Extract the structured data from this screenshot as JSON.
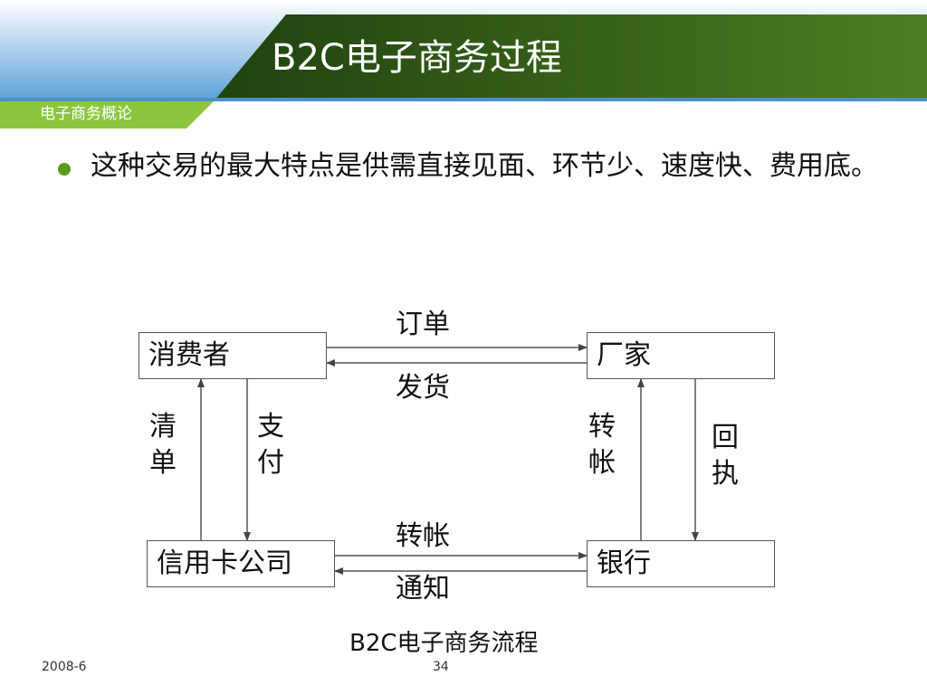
{
  "header": {
    "title": "B2C电子商务过程",
    "course": "电子商务概论",
    "colors": {
      "green_dark": "#2f5a14",
      "green_light": "#8cc63f",
      "blue": "#5aa0d8"
    }
  },
  "bullet": {
    "text": "这种交易的最大特点是供需直接见面、环节少、速度快、费用底。"
  },
  "diagram": {
    "nodes": {
      "consumer": "消费者",
      "manufacturer": "厂家",
      "credit_card_company": "信用卡公司",
      "bank": "银行"
    },
    "edges": {
      "order": "订单",
      "ship": "发货",
      "statement": "清单",
      "pay": "支付",
      "transfer_right": "转帐",
      "receipt": "回执",
      "transfer_bottom": "转帐",
      "notify": "通知"
    },
    "caption": "B2C电子商务流程"
  },
  "footer": {
    "date": "2008-6",
    "page": "34"
  }
}
